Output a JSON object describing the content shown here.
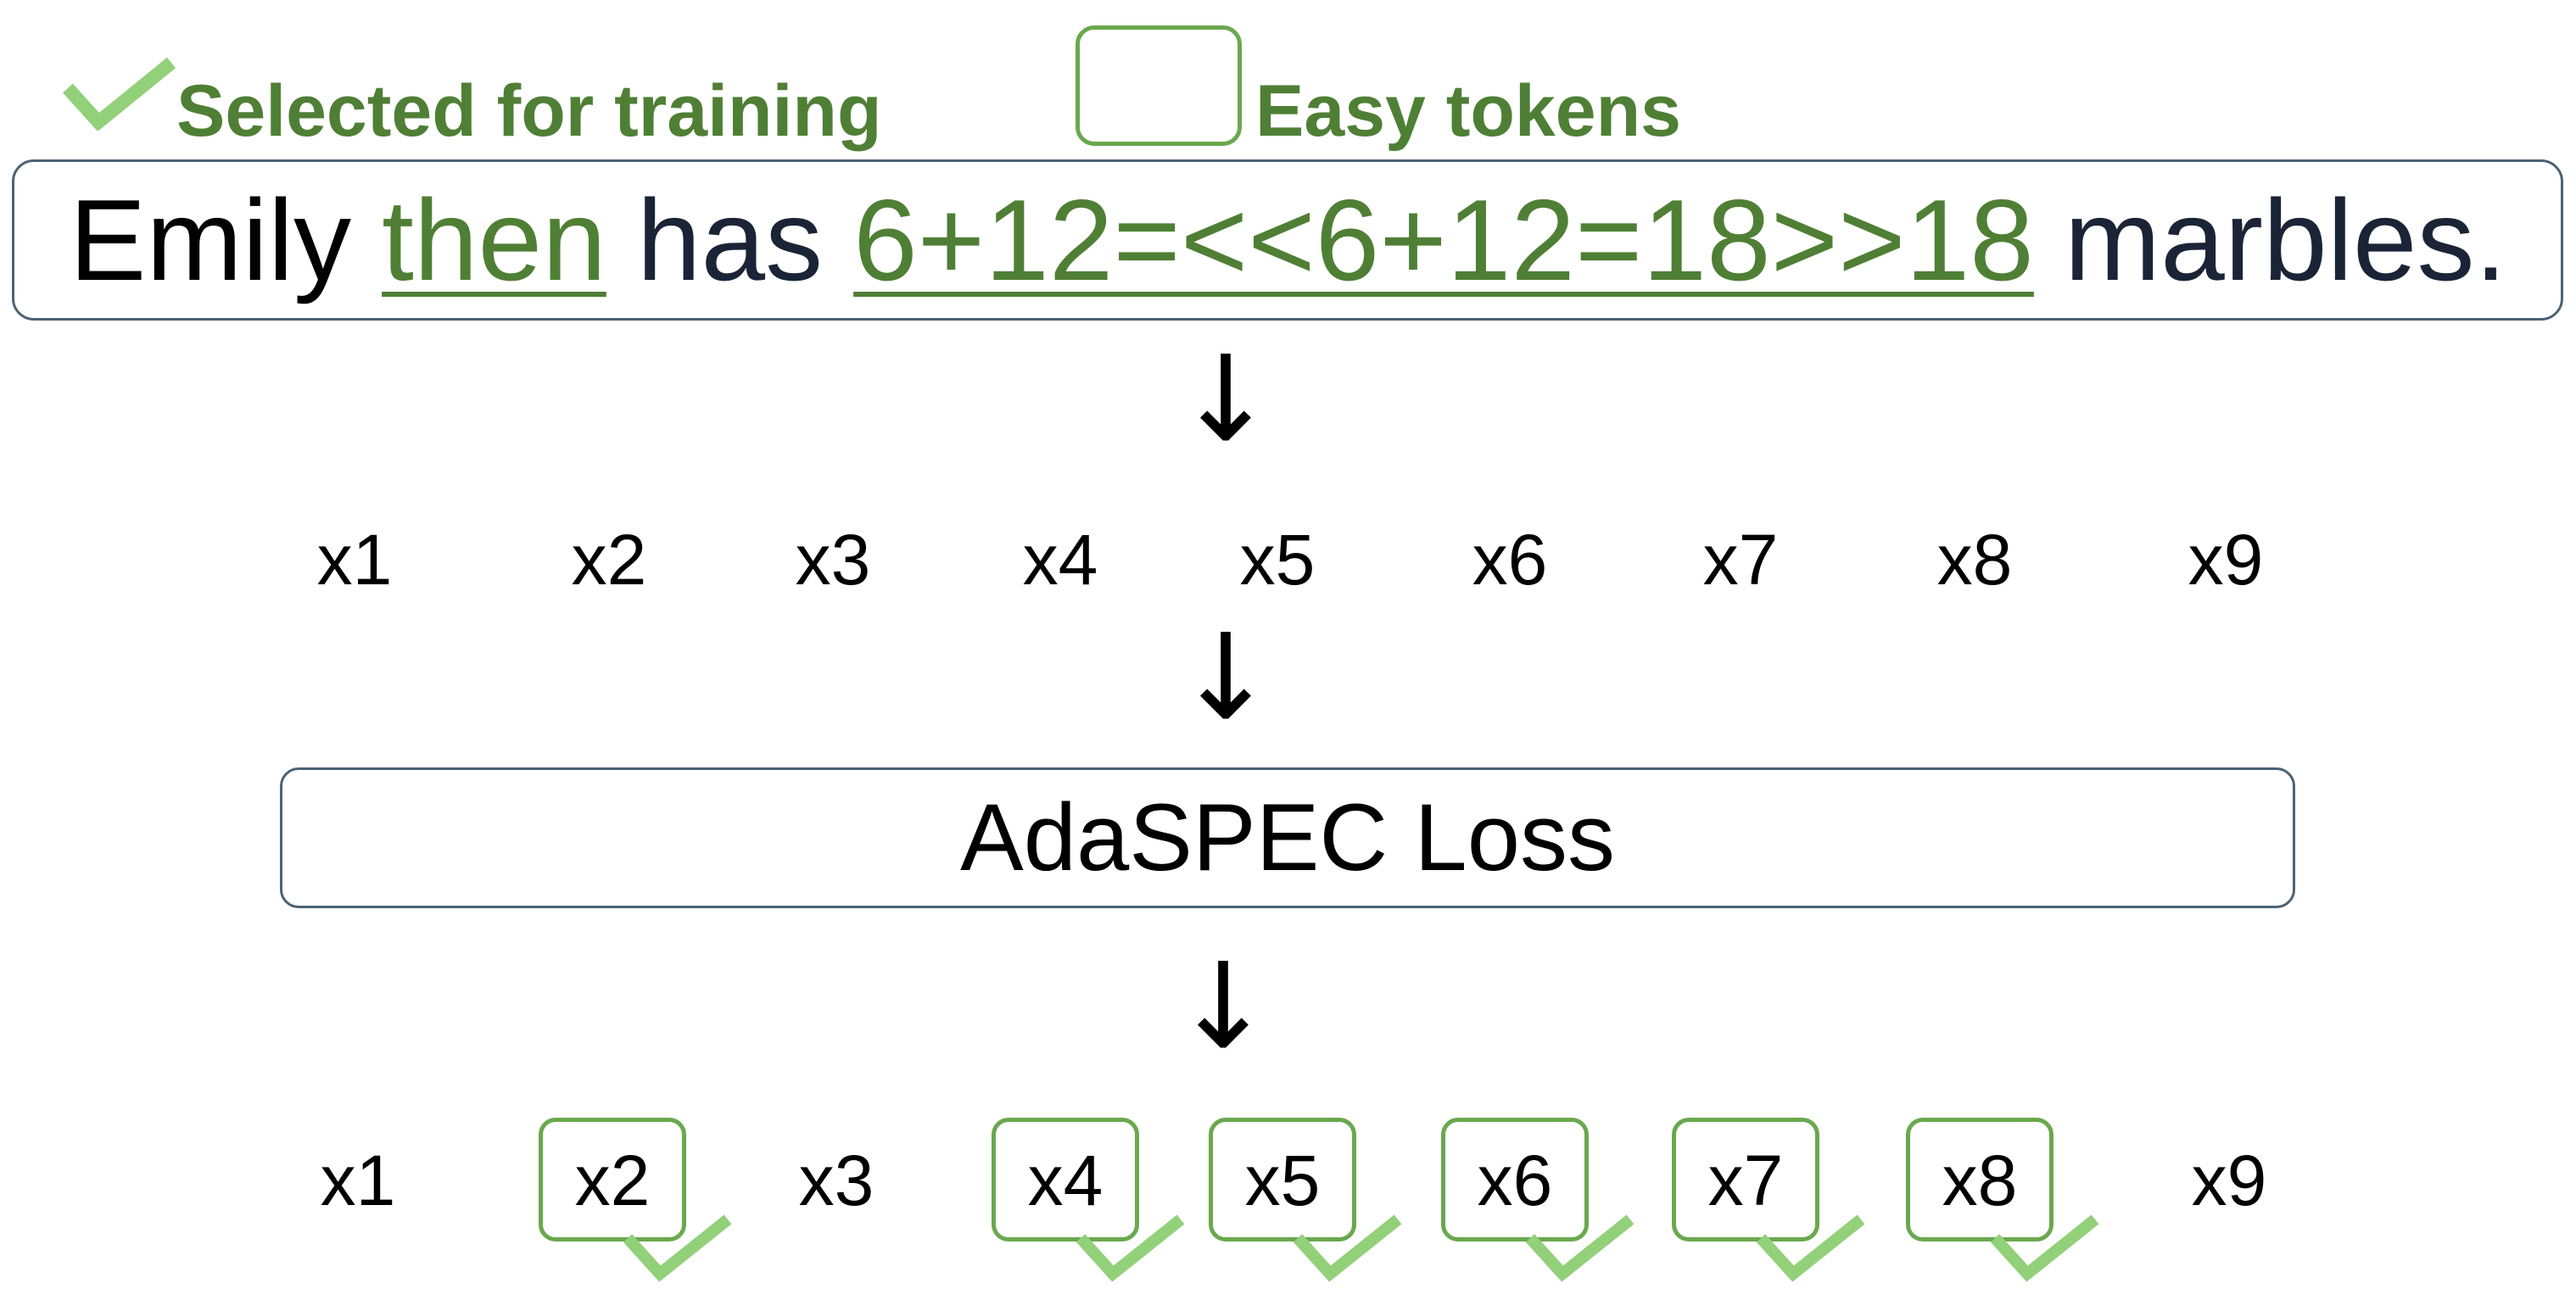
{
  "legend": {
    "selected_label": "Selected for training",
    "easy_label": "Easy tokens"
  },
  "sentence": {
    "w1": "Emily",
    "w2": "then",
    "w3": "has",
    "w4": "6+12=<<6+12=18>>18",
    "w5": "marbles."
  },
  "tokens_top": [
    "x1",
    "x2",
    "x3",
    "x4",
    "x5",
    "x6",
    "x7",
    "x8",
    "x9"
  ],
  "loss_label": "AdaSPEC Loss",
  "tokens_bottom": [
    "x1",
    "x2",
    "x3",
    "x4",
    "x5",
    "x6",
    "x7",
    "x8",
    "x9"
  ],
  "selected_tokens": [
    false,
    true,
    false,
    true,
    true,
    true,
    true,
    true,
    false
  ],
  "icons": {
    "check": "check-icon",
    "arrow": "arrow-down-icon"
  },
  "colors": {
    "dark_green": "#4f7f35",
    "light_green": "#93d07a",
    "box_green": "#6aa84f",
    "border_dark": "#4a6375",
    "text_dark": "#1b2436"
  }
}
